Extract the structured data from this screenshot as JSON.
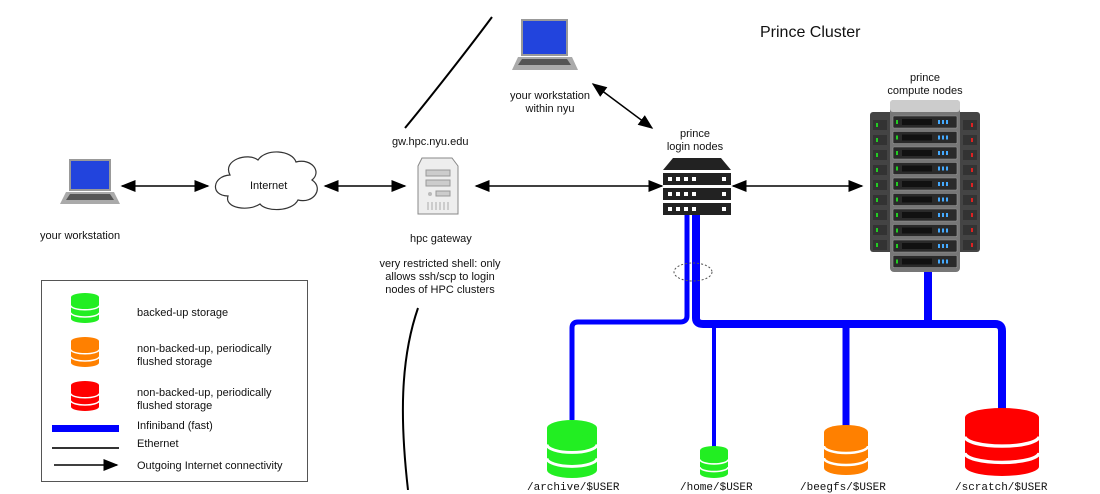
{
  "title": "Prince Cluster",
  "nodes": {
    "workstation": "your workstation",
    "internet": "Internet",
    "gateway_host": "gw.hpc.nyu.edu",
    "gateway": "hpc gateway",
    "gateway_note": [
      "very restricted shell: only",
      "allows ssh/scp to login",
      "nodes of HPC clusters"
    ],
    "workstation_nyu": [
      "your workstation",
      "within nyu"
    ],
    "login_nodes": [
      "prince",
      "login nodes"
    ],
    "compute_nodes": [
      "prince",
      "compute nodes"
    ]
  },
  "storage": [
    {
      "path": "/archive/$USER",
      "type": "backed-up",
      "color": "#22ee22"
    },
    {
      "path": "/home/$USER",
      "type": "backed-up",
      "color": "#22ee22"
    },
    {
      "path": "/beegfs/$USER",
      "type": "flushed",
      "color": "#ff8000"
    },
    {
      "path": "/scratch/$USER",
      "type": "flushed",
      "color": "#ff0000"
    }
  ],
  "legend": {
    "items": [
      {
        "label": "backed-up storage",
        "color": "#22ee22"
      },
      {
        "label": "non-backed-up, periodically flushed storage",
        "lines": [
          "non-backed-up, periodically",
          "flushed storage"
        ],
        "color": "#ff8000"
      },
      {
        "label": "non-backed-up, periodically flushed storage",
        "lines": [
          "non-backed-up, periodically",
          "flushed storage"
        ],
        "color": "#ff0000"
      },
      {
        "label": "Infiniband (fast)",
        "color": "#0000ff"
      },
      {
        "label": "Ethernet",
        "color": "#333333"
      },
      {
        "label": "Outgoing Internet connectivity",
        "color": "#000000"
      }
    ]
  },
  "colors": {
    "infiniband": "#0000ff",
    "green": "#22ee22",
    "orange": "#ff8000",
    "red": "#ff0000"
  }
}
